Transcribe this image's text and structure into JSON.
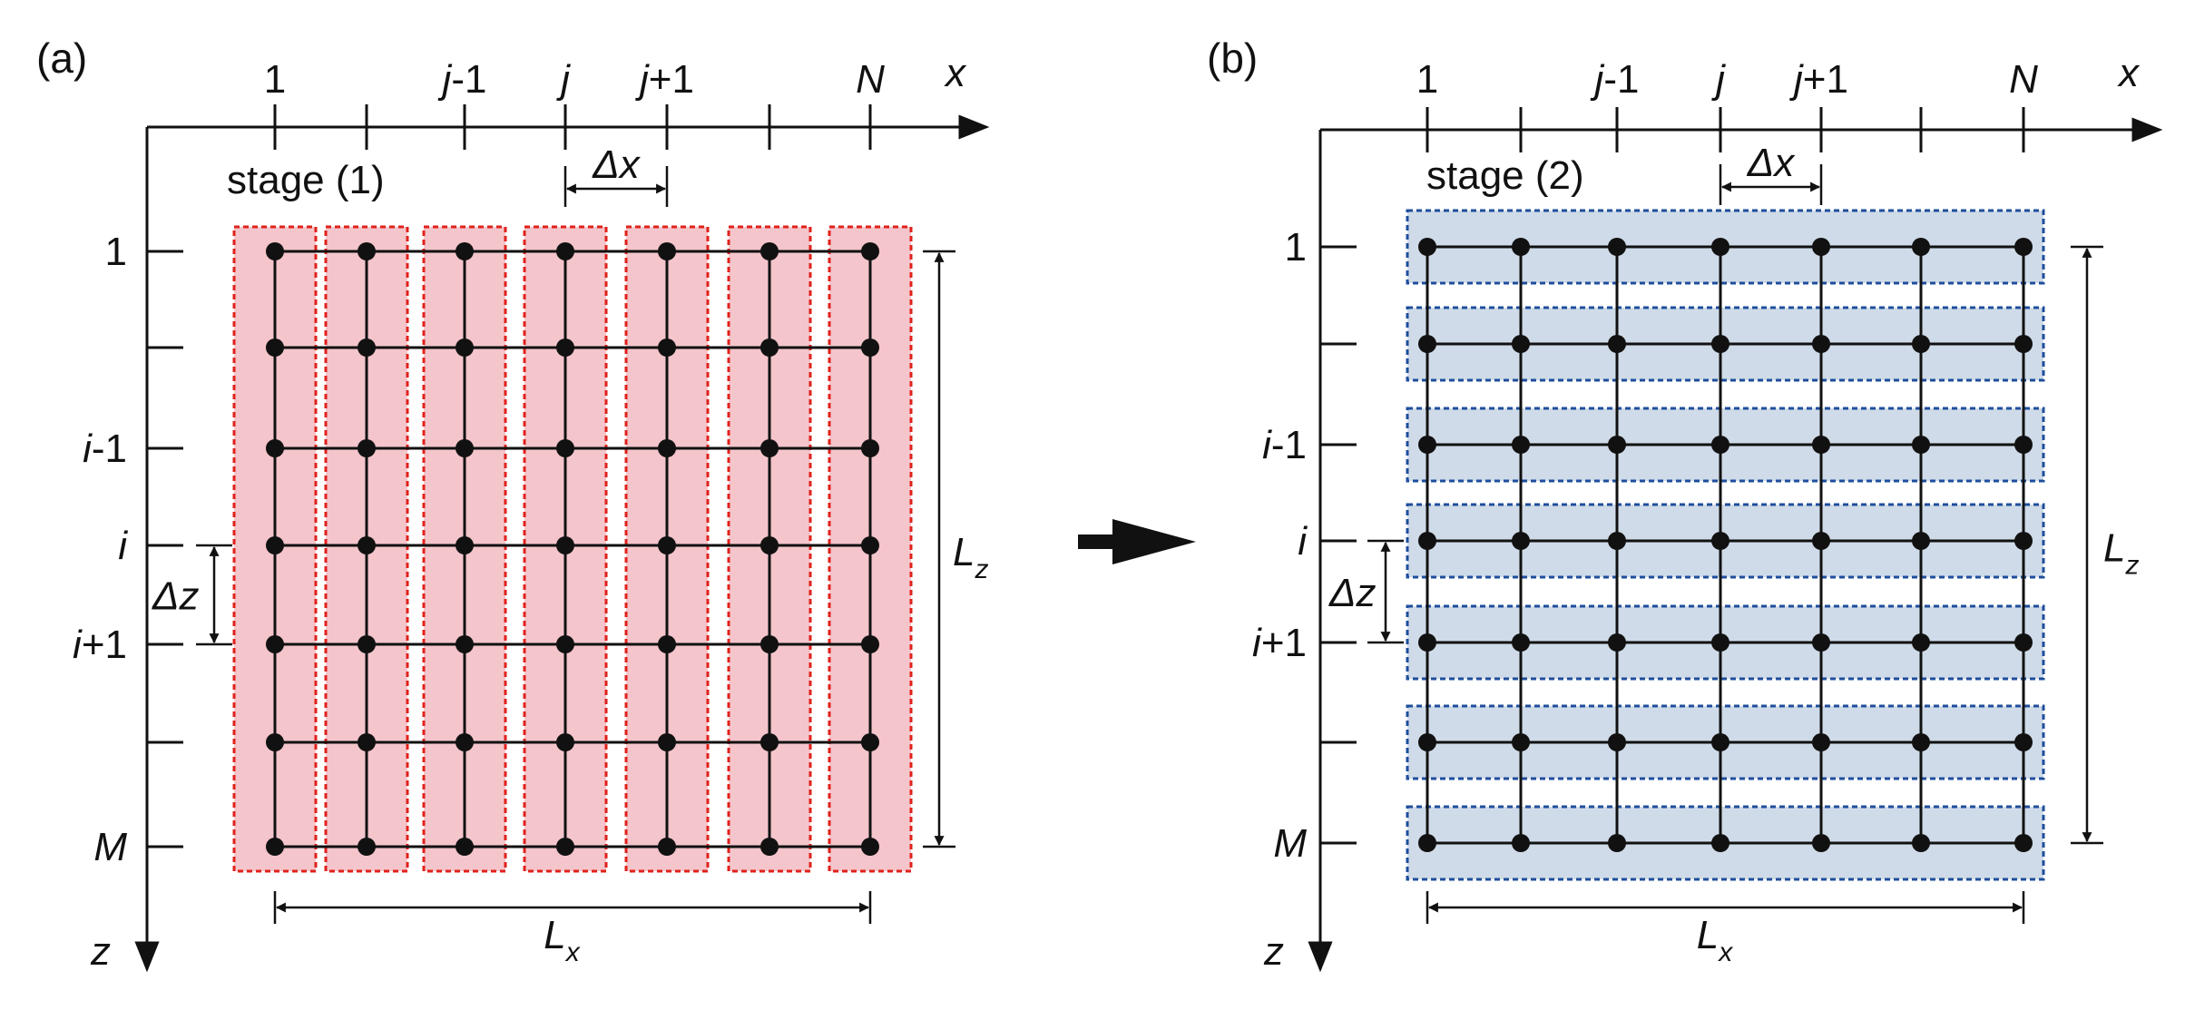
{
  "panels": [
    {
      "id": "a",
      "panel_label": "(a)",
      "stage_label": "stage (1)",
      "strip_orientation": "vertical",
      "x_ticks": [
        {
          "i": 0,
          "label": "1",
          "italic": false
        },
        {
          "i": 2,
          "label": "-1",
          "prefix": "j",
          "italic": true
        },
        {
          "i": 3,
          "label": "j",
          "italic": true
        },
        {
          "i": 4,
          "label": "+1",
          "prefix": "j",
          "italic": true
        },
        {
          "i": 6,
          "label": "N",
          "italic": true
        }
      ],
      "z_ticks": [
        {
          "i": 0,
          "label": "1",
          "italic": false
        },
        {
          "i": 2,
          "label": "-1",
          "prefix": "i",
          "italic": true
        },
        {
          "i": 3,
          "label": "i",
          "italic": true
        },
        {
          "i": 4,
          "label": "+1",
          "prefix": "i",
          "italic": true
        },
        {
          "i": 6,
          "label": "M",
          "italic": true
        }
      ],
      "x_axis_label": "x",
      "z_axis_label": "z",
      "dx_label": "Δx",
      "dz_label": "Δz",
      "lx_label": {
        "main": "L",
        "sub": "x"
      },
      "lz_label": {
        "main": "L",
        "sub": "z"
      },
      "strip_fill": "#f4c5cb",
      "strip_stroke": "#e0211b"
    },
    {
      "id": "b",
      "panel_label": "(b)",
      "stage_label": "stage (2)",
      "strip_orientation": "horizontal",
      "x_ticks": [
        {
          "i": 0,
          "label": "1",
          "italic": false
        },
        {
          "i": 2,
          "label": "-1",
          "prefix": "j",
          "italic": true
        },
        {
          "i": 3,
          "label": "j",
          "italic": true
        },
        {
          "i": 4,
          "label": "+1",
          "prefix": "j",
          "italic": true
        },
        {
          "i": 6,
          "label": "N",
          "italic": true
        }
      ],
      "z_ticks": [
        {
          "i": 0,
          "label": "1",
          "italic": false
        },
        {
          "i": 2,
          "label": "-1",
          "prefix": "i",
          "italic": true
        },
        {
          "i": 3,
          "label": "i",
          "italic": true
        },
        {
          "i": 4,
          "label": "+1",
          "prefix": "i",
          "italic": true
        },
        {
          "i": 6,
          "label": "M",
          "italic": true
        }
      ],
      "x_axis_label": "x",
      "z_axis_label": "z",
      "dx_label": "Δx",
      "dz_label": "Δz",
      "lx_label": {
        "main": "L",
        "sub": "x"
      },
      "lz_label": {
        "main": "L",
        "sub": "z"
      },
      "strip_fill": "#cfdbe8",
      "strip_stroke": "#1f4e9c"
    }
  ],
  "grid": {
    "columns": 7,
    "rows": 7
  },
  "transition_arrow": "right-arrow-icon"
}
